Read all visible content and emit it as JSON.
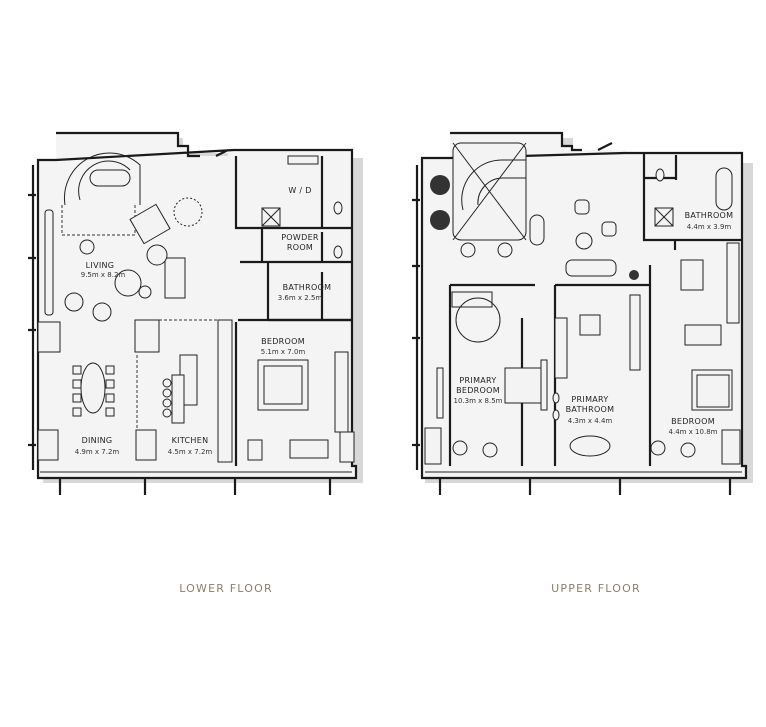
{
  "lower_floor": {
    "caption": "LOWER FLOOR",
    "rooms": [
      {
        "name": "LIVING",
        "size": "9.5m x 8.2m"
      },
      {
        "name": "W / D",
        "size": ""
      },
      {
        "name": "POWDER",
        "name2": "ROOM",
        "size": ""
      },
      {
        "name": "BATHROOM",
        "size": "3.6m x 2.5m"
      },
      {
        "name": "BEDROOM",
        "size": "5.1m x 7.0m"
      },
      {
        "name": "DINING",
        "size": "4.9m x 7.2m"
      },
      {
        "name": "KITCHEN",
        "size": "4.5m x 7.2m"
      }
    ]
  },
  "upper_floor": {
    "caption": "UPPER FLOOR",
    "rooms": [
      {
        "name": "BATHROOM",
        "size": "4.4m x 3.9m"
      },
      {
        "name": "PRIMARY",
        "name2": "BEDROOM",
        "size": "10.3m x 8.5m"
      },
      {
        "name": "PRIMARY",
        "name2": "BATHROOM",
        "size": "4.3m x 4.4m"
      },
      {
        "name": "BEDROOM",
        "size": "4.4m x 10.8m"
      }
    ]
  },
  "colors": {
    "caption": "#8a7f6e",
    "walls": "#1a1a1a",
    "floor": "#f4f4f4"
  }
}
